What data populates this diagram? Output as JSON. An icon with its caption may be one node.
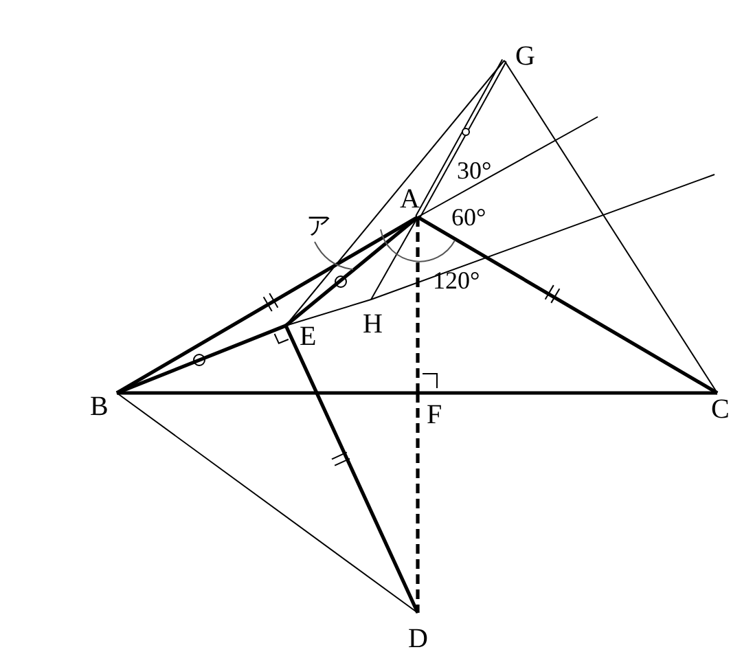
{
  "diagram": {
    "nodes": [
      {
        "text": [
          "A"
        ]
      },
      {
        "text": [
          "B"
        ]
      },
      {
        "text": [
          "C"
        ]
      },
      {
        "text": [
          "D"
        ]
      },
      {
        "text": [
          "E"
        ]
      },
      {
        "text": [
          "F"
        ]
      },
      {
        "text": [
          "G"
        ]
      },
      {
        "text": [
          "H"
        ]
      }
    ],
    "edges": [
      {
        "from": 0,
        "to": 1,
        "arrow": "none",
        "style": "thick"
      },
      {
        "from": 0,
        "to": 2,
        "arrow": "none",
        "style": "thick"
      },
      {
        "from": 1,
        "to": 2,
        "arrow": "none",
        "style": "thick"
      },
      {
        "from": 1,
        "to": 4,
        "arrow": "none",
        "style": "thick"
      },
      {
        "from": 0,
        "to": 4,
        "arrow": "none",
        "style": "thick"
      },
      {
        "from": 4,
        "to": 3,
        "arrow": "none",
        "style": "thick"
      },
      {
        "from": 0,
        "to": 5,
        "arrow": "none",
        "style": "dashed"
      },
      {
        "from": 5,
        "to": 3,
        "arrow": "none",
        "style": "dashed"
      },
      {
        "from": 0,
        "to": 6,
        "arrow": "none"
      },
      {
        "from": 6,
        "to": 2,
        "arrow": "none"
      },
      {
        "from": 1,
        "to": 3,
        "arrow": "none"
      },
      {
        "from": 4,
        "to": 6,
        "arrow": "none"
      },
      {
        "from": 0,
        "to": 7,
        "arrow": "none"
      },
      {
        "from": 4,
        "to": 7,
        "arrow": "none"
      },
      {
        "from": 7,
        "to": null,
        "arrow": "none"
      },
      {
        "from": 0,
        "to": null,
        "arrow": "none"
      }
    ],
    "labels": [
      "30°",
      "60°",
      "ア",
      "120°"
    ]
  }
}
